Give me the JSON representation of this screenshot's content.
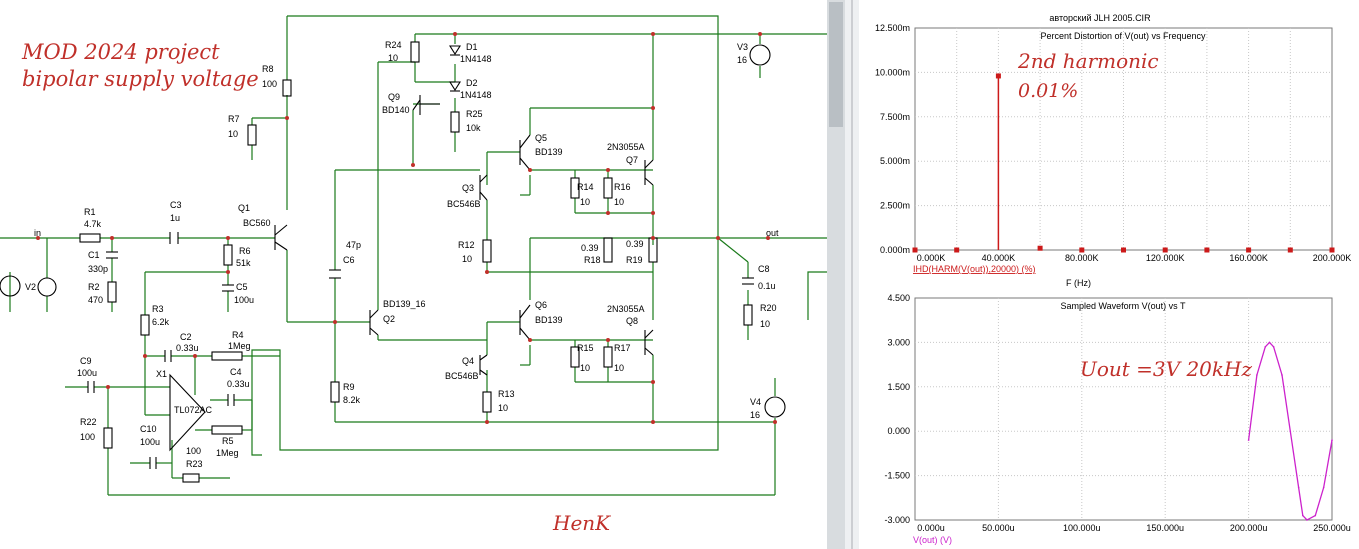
{
  "schematic": {
    "notes": [
      "MOD 2024 project",
      "bipolar supply voltage"
    ],
    "author": "HenK",
    "components": [
      {
        "ref": "R8",
        "value": "100"
      },
      {
        "ref": "R7",
        "value": "10"
      },
      {
        "ref": "R1",
        "value": "4.7k"
      },
      {
        "ref": "C1",
        "value": "330p"
      },
      {
        "ref": "R2",
        "value": "470"
      },
      {
        "ref": "C3",
        "value": "1u"
      },
      {
        "ref": "Q1",
        "value": "BC560"
      },
      {
        "ref": "R6",
        "value": "51k"
      },
      {
        "ref": "C5",
        "value": "100u"
      },
      {
        "ref": "R3",
        "value": "6.2k"
      },
      {
        "ref": "C2",
        "value": "0.33u"
      },
      {
        "ref": "R4",
        "value": "1Meg"
      },
      {
        "ref": "C4",
        "value": "0.33u"
      },
      {
        "ref": "X1",
        "value": "TL072AC"
      },
      {
        "ref": "R5",
        "value": "1Meg"
      },
      {
        "ref": "C9",
        "value": "100u"
      },
      {
        "ref": "R22",
        "value": "100"
      },
      {
        "ref": "C10",
        "value": "100u"
      },
      {
        "ref": "R23",
        "value": "100"
      },
      {
        "ref": "C6",
        "value": "47p"
      },
      {
        "ref": "R9",
        "value": "8.2k"
      },
      {
        "ref": "R24",
        "value": "10"
      },
      {
        "ref": "D1",
        "value": "1N4148"
      },
      {
        "ref": "D2",
        "value": "1N4148"
      },
      {
        "ref": "Q9",
        "value": "BD140"
      },
      {
        "ref": "R25",
        "value": "10k"
      },
      {
        "ref": "Q5",
        "value": "BD139"
      },
      {
        "ref": "Q7",
        "value": "2N3055A"
      },
      {
        "ref": "Q3",
        "value": "BC546B"
      },
      {
        "ref": "R14",
        "value": "10"
      },
      {
        "ref": "R16",
        "value": "10"
      },
      {
        "ref": "R12",
        "value": "10"
      },
      {
        "ref": "R18",
        "value": "0.39"
      },
      {
        "ref": "R19",
        "value": "0.39"
      },
      {
        "ref": "Q2",
        "value": "BD139_16"
      },
      {
        "ref": "Q6",
        "value": "BD139"
      },
      {
        "ref": "Q8",
        "value": "2N3055A"
      },
      {
        "ref": "Q4",
        "value": "BC546B"
      },
      {
        "ref": "R15",
        "value": "10"
      },
      {
        "ref": "R17",
        "value": "10"
      },
      {
        "ref": "R13",
        "value": "10"
      },
      {
        "ref": "V3",
        "value": "16"
      },
      {
        "ref": "V4",
        "value": "16"
      },
      {
        "ref": "C8",
        "value": "0.1u"
      },
      {
        "ref": "R20",
        "value": "10"
      },
      {
        "ref": "V2",
        "value": ""
      }
    ],
    "nets": {
      "in": "in",
      "out": "out"
    }
  },
  "analysis": {
    "circuit_title": "авторский JLH 2005.CIR",
    "annotations": [
      "2nd harmonic",
      "0.01%",
      "Uout =3V  20kHz"
    ]
  },
  "chart_data": [
    {
      "type": "bar",
      "title": "Percent Distortion of V(out) vs Frequency",
      "xlabel": "F (Hz)",
      "trace_label": "IHD(HARM(V(out)),20000) (%)",
      "color": "#cc1a1a",
      "xlim": [
        0,
        200000
      ],
      "ylim": [
        0,
        0.0125
      ],
      "x_ticks": [
        "0.000K",
        "40.000K",
        "80.000K",
        "120.000K",
        "160.000K",
        "200.000K"
      ],
      "y_ticks": [
        "0.000m",
        "2.500m",
        "5.000m",
        "7.500m",
        "10.000m",
        "12.500m"
      ],
      "x": [
        0,
        20000,
        40000,
        60000,
        80000,
        100000,
        120000,
        140000,
        160000,
        180000,
        200000
      ],
      "values": [
        0,
        0,
        0.0098,
        0.0001,
        0,
        0,
        0,
        0,
        0,
        0,
        0
      ],
      "grid": true
    },
    {
      "type": "line",
      "title": "Sampled Waveform  V(out) vs T",
      "trace_label": "V(out) (V)",
      "color": "#cc22cc",
      "xlim": [
        0,
        0.00025
      ],
      "ylim": [
        -3,
        4.5
      ],
      "x_ticks": [
        "0.000u",
        "50.000u",
        "100.000u",
        "150.000u",
        "200.000u",
        "250.000u"
      ],
      "y_ticks": [
        "-3.000",
        "-1.500",
        "0.000",
        "1.500",
        "3.000",
        "4.500"
      ],
      "x": [
        0.0002,
        0.000205,
        0.00021,
        0.0002125,
        0.000215,
        0.00022,
        0.000225,
        0.00023,
        0.0002325,
        0.000235,
        0.00024,
        0.000245,
        0.00025
      ],
      "y": [
        -0.3,
        1.9,
        2.85,
        3.0,
        2.85,
        1.9,
        0.0,
        -1.9,
        -2.85,
        -3.0,
        -2.85,
        -1.9,
        -0.3
      ],
      "grid": true
    }
  ]
}
